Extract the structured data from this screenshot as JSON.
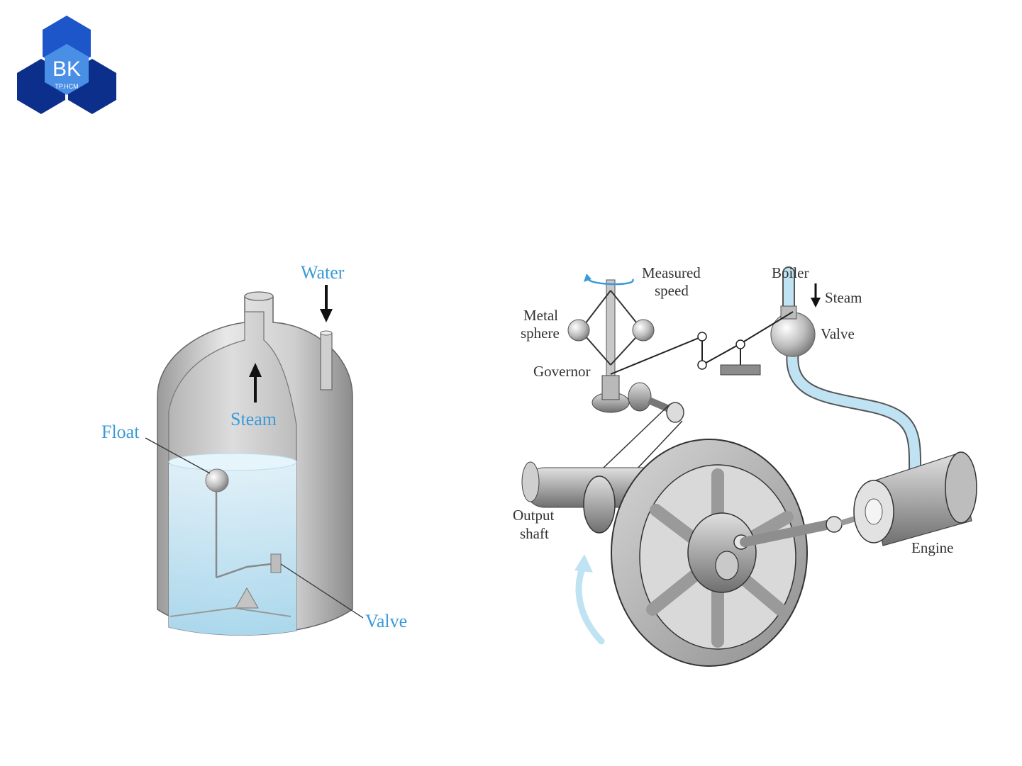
{
  "logo": {
    "main": "BK",
    "sub": "TP.HCM"
  },
  "colors": {
    "label_blue": "#3a9ad9",
    "water": "#bfe3f2",
    "logo_dark": "#0d2f8c",
    "logo_mid": "#1d56c9",
    "logo_light": "#4a8fe6"
  },
  "boiler": {
    "water_label": "Water",
    "steam_label": "Steam",
    "float_label": "Float",
    "valve_label": "Valve"
  },
  "engine": {
    "measured_speed_label": [
      "Measured",
      "speed"
    ],
    "boiler_label": "Boiler",
    "steam_label": "Steam",
    "metal_sphere_label": [
      "Metal",
      "sphere"
    ],
    "valve_label": "Valve",
    "governor_label": "Governor",
    "output_shaft_label": [
      "Output",
      "shaft"
    ],
    "engine_label": "Engine"
  }
}
